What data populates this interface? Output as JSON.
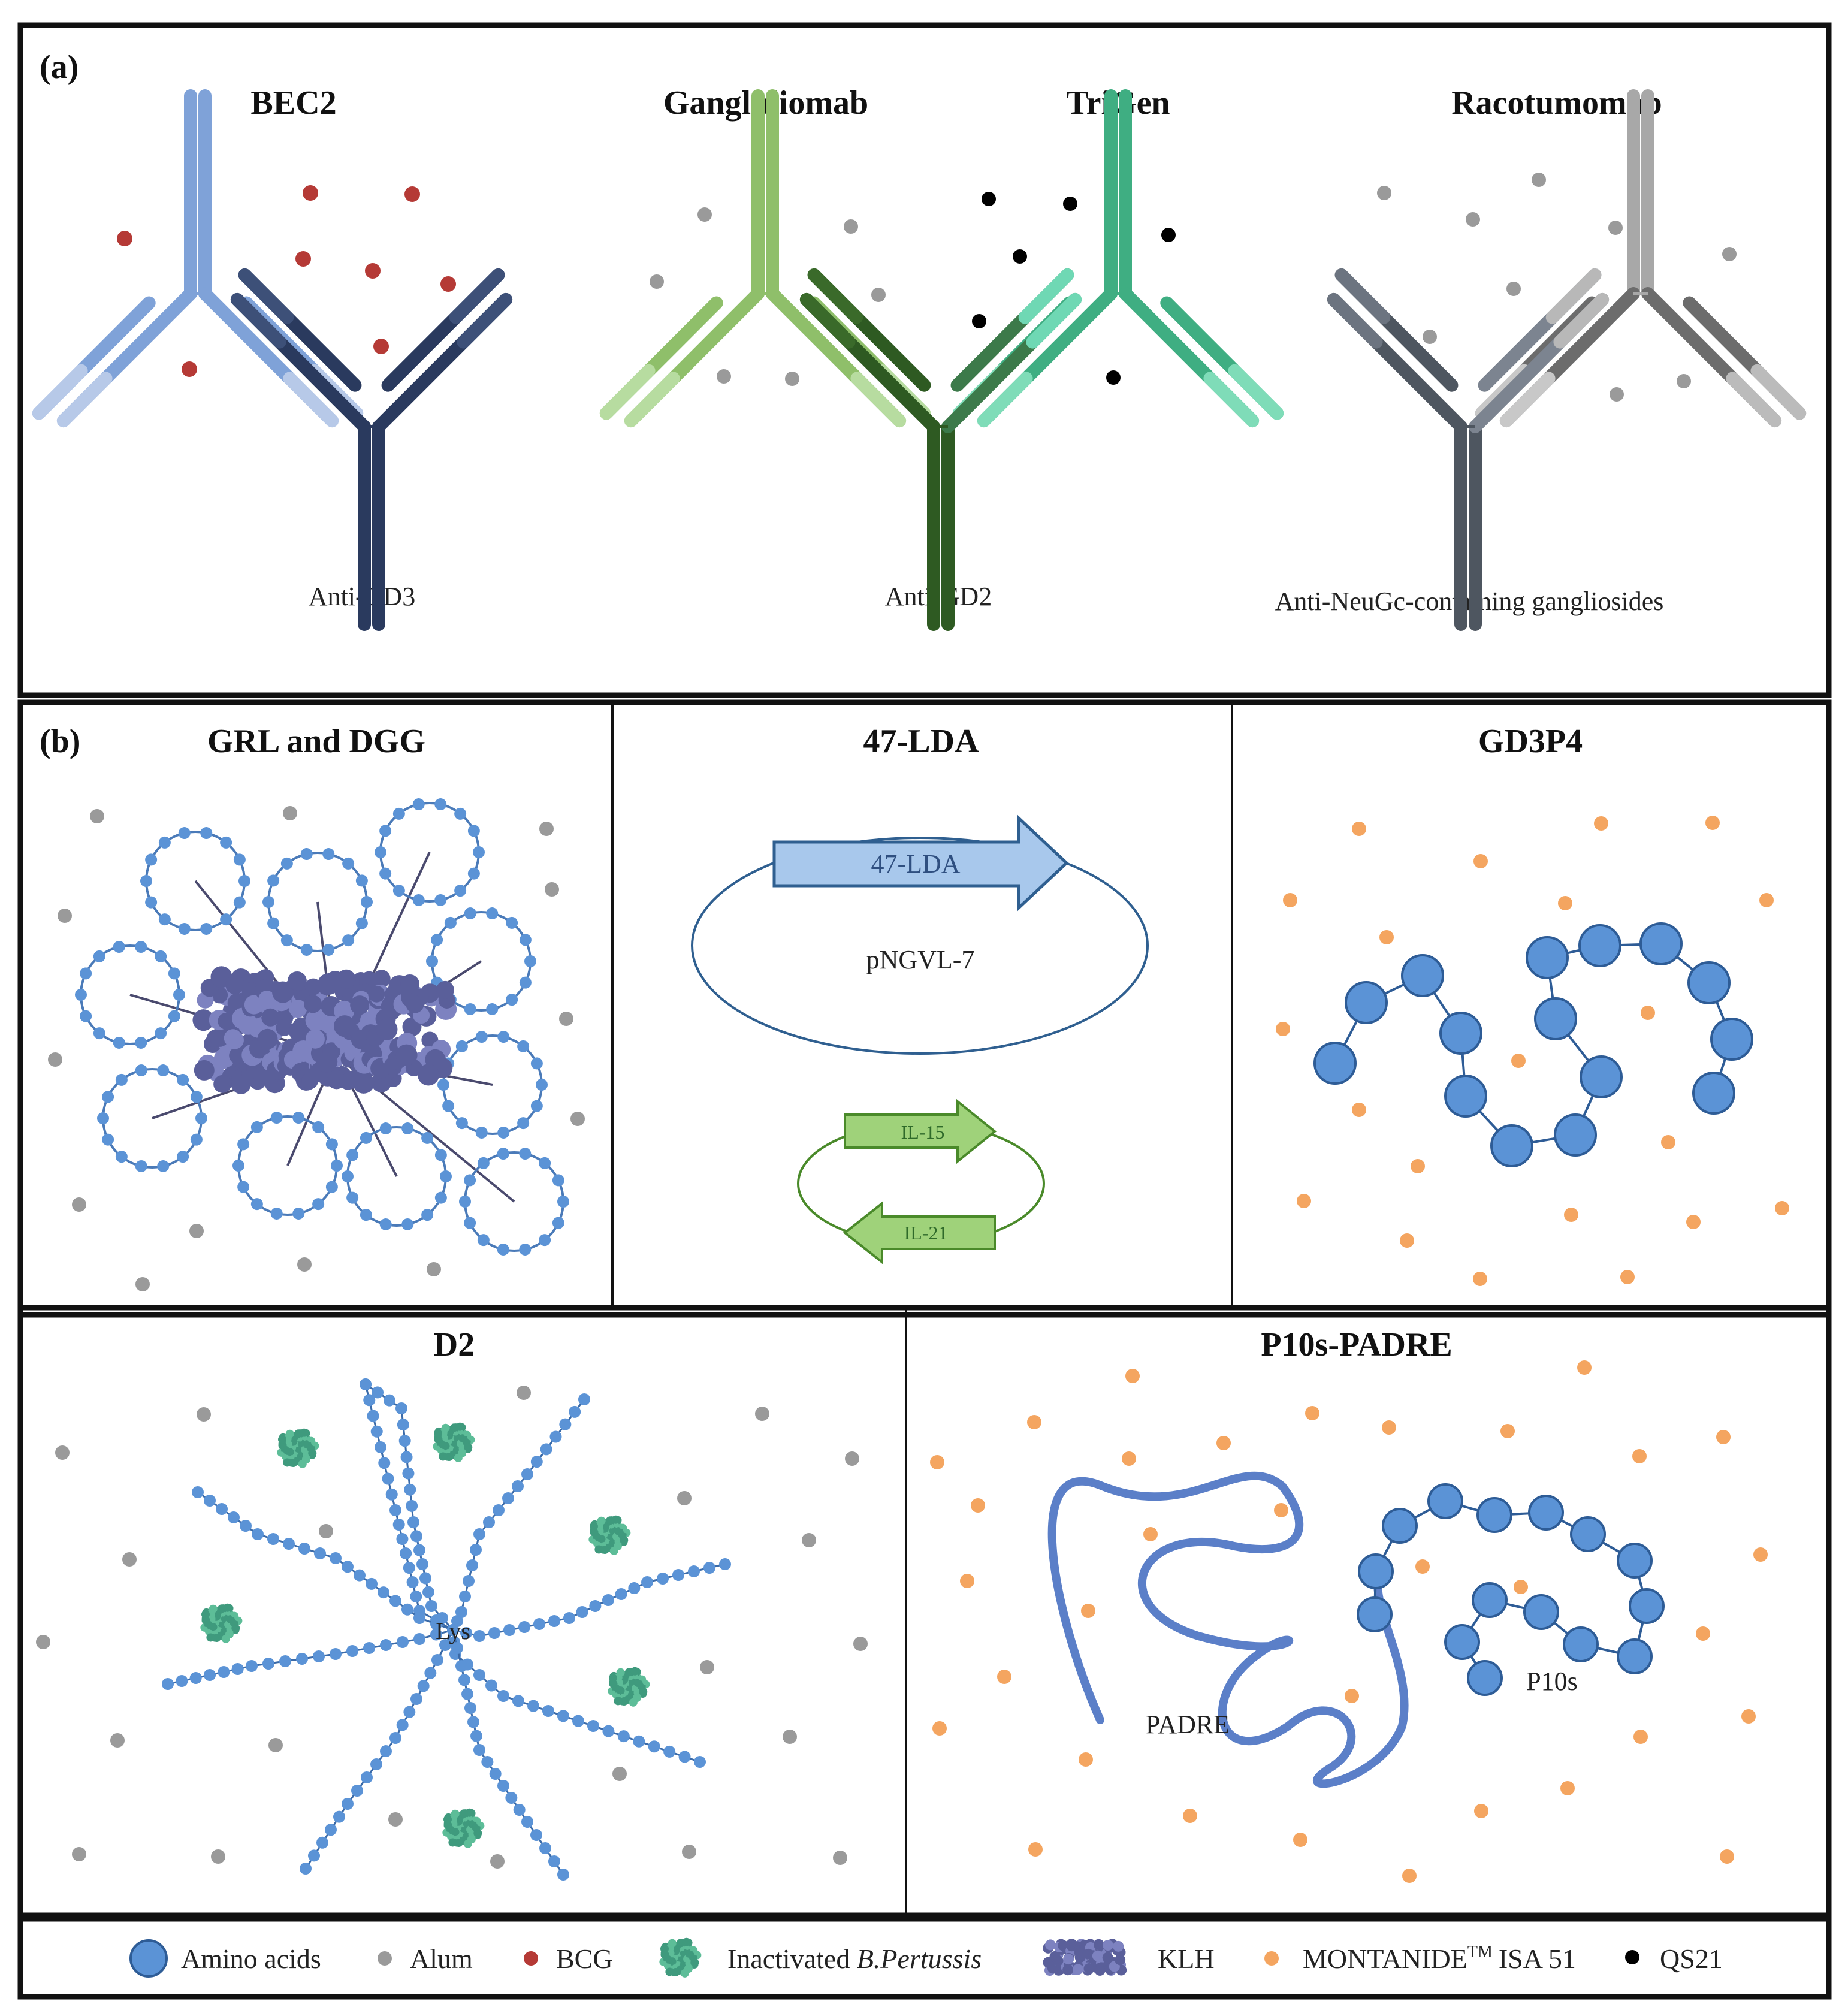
{
  "panel_a": {
    "label": "(a)",
    "titles": [
      "BEC2",
      "Ganglidiomab",
      "TriGen",
      "Racotumomab"
    ],
    "targets": [
      "Anti-GD3",
      "Anti-GD2",
      "Anti-NeuGc-containing gangliosides"
    ]
  },
  "panel_b": {
    "label": "(b)",
    "titles": [
      "GRL and DGG",
      "47-LDA",
      "GD3P4",
      "D2",
      "P10s-PADRE"
    ],
    "plasmid_gene": "47-LDA",
    "plasmid_name": "pNGVL-7",
    "small_plasmid_genes": [
      "IL-15",
      "IL-21"
    ],
    "d2_core": "Lys",
    "padre_label": "PADRE",
    "p10s_label": "P10s"
  },
  "legend": {
    "items": [
      "Amino acids",
      "Alum",
      "BCG",
      "Inactivated",
      "KLH",
      "MONTANIDE",
      "ISA 51",
      "QS21"
    ],
    "pertussis_italic": "B.Pertussis",
    "tm": "TM"
  },
  "colors": {
    "amino": "#5b93d6",
    "amino_stroke": "#2e5c96",
    "alum": "#9a9a9a",
    "bcg": "#b53a36",
    "qs21": "#000000",
    "montanide": "#f4a560",
    "pertussis": "#3f9a7d",
    "klh": "#5a5f9a",
    "bec2_light": "#7fa2d8",
    "bec2_dark": "#2a3a5e",
    "gang_light": "#8fbf6a",
    "gang_dark": "#2e5a22",
    "trigen": "#3fae82",
    "raco_light": "#a8a8a8",
    "raco_dark": "#4e5660",
    "plasmid_arrow": "#a8c8ec",
    "plasmid_ring": "#2f5f90",
    "small_ring": "#4a8a2a",
    "small_arrow": "#9fd27a"
  }
}
